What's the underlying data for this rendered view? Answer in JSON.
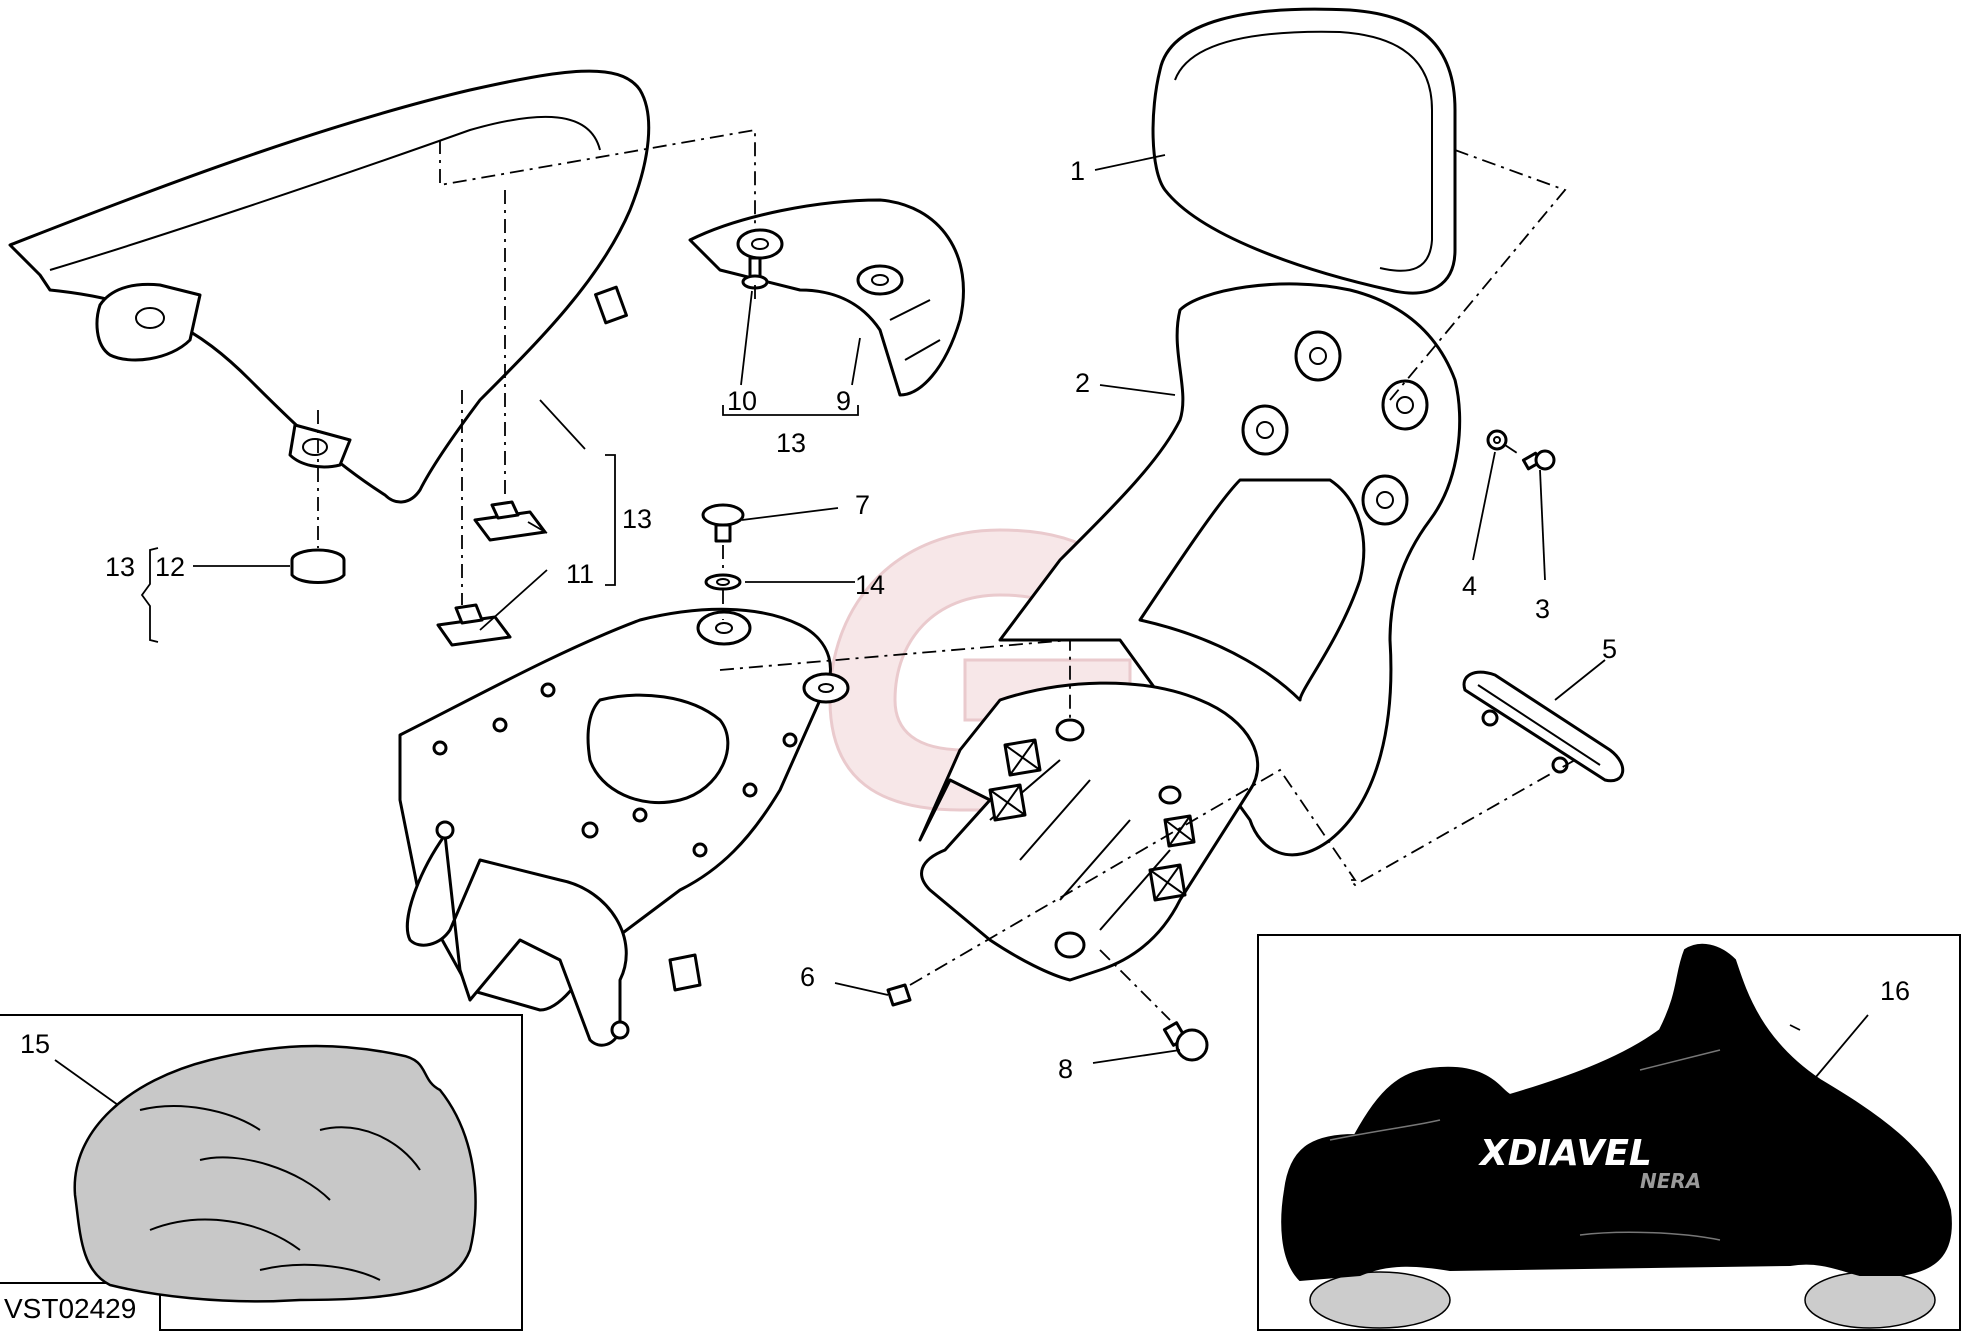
{
  "diagram": {
    "code": "VST02429",
    "callouts": {
      "c1": "1",
      "c2": "2",
      "c3": "3",
      "c4": "4",
      "c5": "5",
      "c6": "6",
      "c7": "7",
      "c8": "8",
      "c9": "9",
      "c10": "10",
      "c11": "11",
      "c12": "12",
      "c13a": "13",
      "c13b": "13",
      "c13c": "13",
      "c14": "14",
      "c15": "15",
      "c16": "16"
    },
    "cover_brand": "XDIAVEL",
    "cover_model": "NERA",
    "colors": {
      "line": "#000000",
      "bag": "#c8c8c8",
      "cover": "#000000",
      "watermark": "#e8b4b8"
    }
  }
}
